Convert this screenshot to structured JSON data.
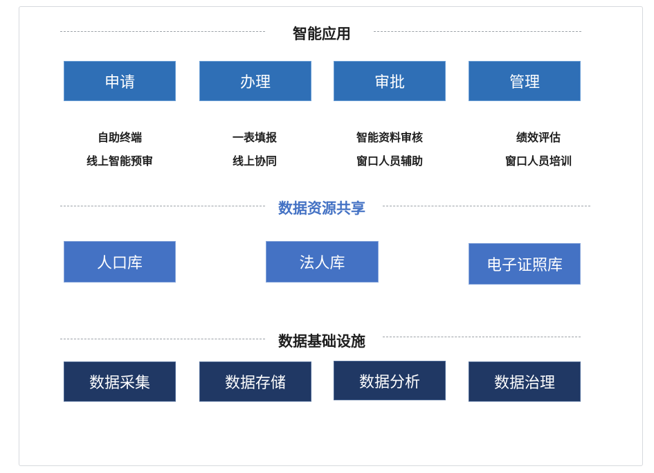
{
  "sections": {
    "smart_app": {
      "title": "智能应用",
      "boxes": [
        "申请",
        "办理",
        "审批",
        "管理"
      ],
      "items": [
        [
          "自助终端",
          "线上智能预审"
        ],
        [
          "一表填报",
          "线上协同"
        ],
        [
          "智能资料审核",
          "窗口人员辅助"
        ],
        [
          "绩效评估",
          "窗口人员培训"
        ]
      ]
    },
    "data_sharing": {
      "title": "数据资源共享",
      "boxes": [
        "人口库",
        "法人库",
        "电子证照库"
      ]
    },
    "data_infra": {
      "title": "数据基础设施",
      "boxes": [
        "数据采集",
        "数据存储",
        "数据分析",
        "数据治理"
      ]
    }
  },
  "colors": {
    "app_box": "#2f6fb6",
    "share_box": "#4472c4",
    "infra_box": "#203864",
    "share_title": "#4472c4"
  }
}
